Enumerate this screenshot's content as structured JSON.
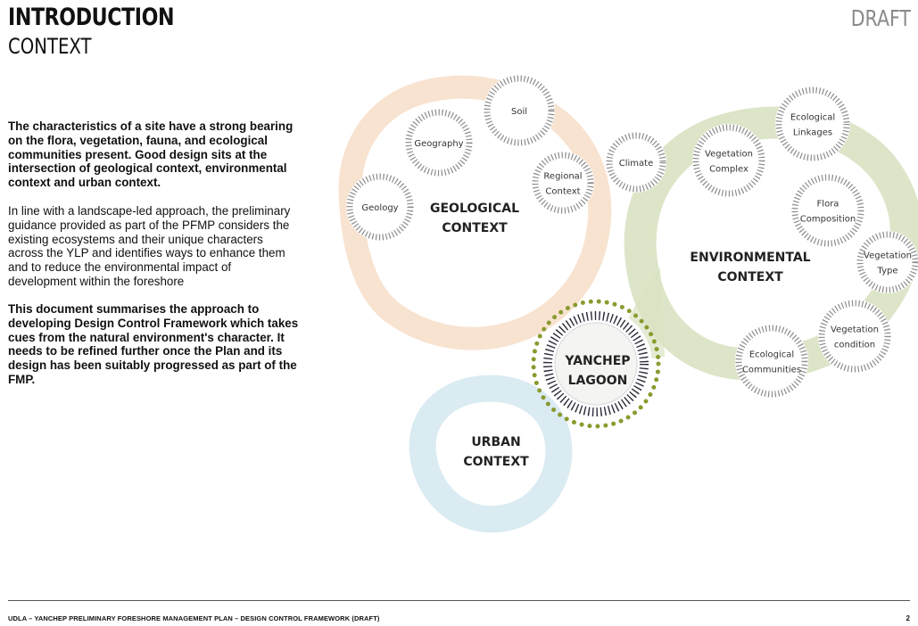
{
  "header": {
    "title": "INTRODUCTION",
    "subtitle": "CONTEXT",
    "status": "DRAFT"
  },
  "body": {
    "paragraph_1": "The characteristics of a site have a strong bearing on the flora, vegetation, fauna, and ecological communities present. Good design sits at the intersection of geological context, environmental context and urban context.",
    "paragraph_2": "In line with a landscape-led approach, the preliminary guidance provided as part of the PFMP considers the existing ecosystems and their unique characters across the YLP and identifies ways to enhance them and to reduce the environmental impact of development within the foreshore",
    "paragraph_3": "This document summarises the approach to developing Design Control Framework which takes cues from the natural environment's character. It needs to be refined further once the Plan and its design has been suitably progressed as part of the FMP."
  },
  "diagram": {
    "center": [
      "YANCHEP",
      "LAGOON"
    ],
    "groups": [
      {
        "id": "geological",
        "lines": [
          "GEOLOGICAL",
          "CONTEXT"
        ],
        "color": "#f6dcc4"
      },
      {
        "id": "environmental",
        "lines": [
          "ENVIRONMENTAL",
          "CONTEXT"
        ],
        "color": "#d9e2c2"
      },
      {
        "id": "urban",
        "lines": [
          "URBAN",
          "CONTEXT"
        ],
        "color": "#d6e9f1"
      }
    ],
    "nodes": [
      {
        "id": "soil",
        "lines": [
          "Soil"
        ]
      },
      {
        "id": "geography",
        "lines": [
          "Geography"
        ]
      },
      {
        "id": "geology",
        "lines": [
          "Geology"
        ]
      },
      {
        "id": "regional-context",
        "lines": [
          "Regional",
          "Context"
        ]
      },
      {
        "id": "climate",
        "lines": [
          "Climate"
        ]
      },
      {
        "id": "vegetation-complex",
        "lines": [
          "Vegetation",
          "Complex"
        ]
      },
      {
        "id": "ecological-linkages",
        "lines": [
          "Ecological",
          "Linkages"
        ]
      },
      {
        "id": "flora-composition",
        "lines": [
          "Flora",
          "Composition"
        ]
      },
      {
        "id": "vegetation-type",
        "lines": [
          "Vegetation",
          "Type"
        ]
      },
      {
        "id": "vegetation-condition",
        "lines": [
          "Vegetation",
          "condition"
        ]
      },
      {
        "id": "ecological-communities",
        "lines": [
          "Ecological",
          "Communities"
        ]
      }
    ],
    "accent_color": "#8a9a2e"
  },
  "footer": {
    "text": "UDLA – YANCHEP PRELIMINARY FORESHORE MANAGEMENT PLAN – DESIGN CONTROL FRAMEWORK (DRAFT)",
    "page_number": "2"
  }
}
